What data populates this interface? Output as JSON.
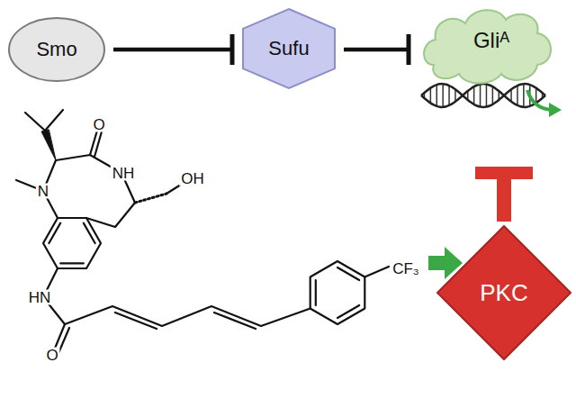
{
  "diagram": {
    "nodes": [
      {
        "text": [
          "Smo"
        ]
      },
      {
        "text": [
          "Sufu"
        ]
      },
      {
        "text": [
          "Gliᴬ"
        ]
      },
      {
        "text": [
          "PKC"
        ]
      }
    ],
    "edges": [
      {
        "from": 0,
        "to": 1,
        "arrow": "to"
      },
      {
        "from": 1,
        "to": 2,
        "arrow": "to"
      },
      {
        "from": 3,
        "to": 2,
        "arrow": "to"
      }
    ],
    "labels": [
      "O",
      "NH",
      "OH",
      "N",
      "HN",
      "O",
      "CF₃"
    ]
  }
}
